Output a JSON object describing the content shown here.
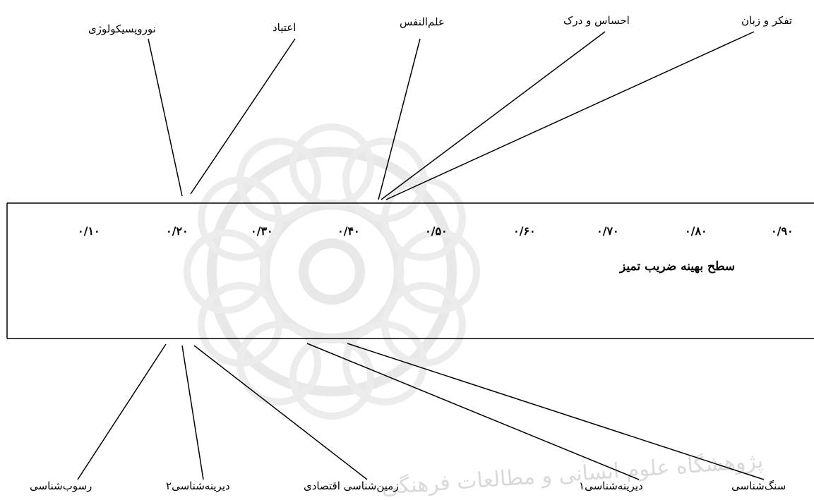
{
  "diagram": {
    "scale_ticks": [
      "۰/۱۰",
      "۰/۲۰",
      "۰/۳۰",
      "۰/۴۰",
      "۰/۵۰",
      "۰/۶۰",
      "۰/۷۰",
      "۰/۸۰",
      "۰/۹۰"
    ],
    "caption": "سطح بهینه ضریب تمیز",
    "top_labels": [
      {
        "id": "neuropsychology",
        "text": "نوروپسیکولوژی"
      },
      {
        "id": "addiction",
        "text": "اعتیاد"
      },
      {
        "id": "psychology",
        "text": "علم‌النفس"
      },
      {
        "id": "sensation-perception",
        "text": "احساس و درک"
      },
      {
        "id": "thinking-language",
        "text": "تفکر و زبان"
      }
    ],
    "bottom_labels": [
      {
        "id": "sedimentology",
        "text": "رسوب‌شناسی"
      },
      {
        "id": "paleontology-2",
        "text": "دیرینه‌شناسی۲"
      },
      {
        "id": "economic-geology",
        "text": "زمین‌شناسی اقتصادی"
      },
      {
        "id": "paleontology-1",
        "text": "دیرینه‌شناسی۱"
      },
      {
        "id": "petrology",
        "text": "سنگ‌شناسی"
      }
    ],
    "watermark_text": "پژوهشگاه علوم انسانی و مطالعات فرهنگی"
  }
}
